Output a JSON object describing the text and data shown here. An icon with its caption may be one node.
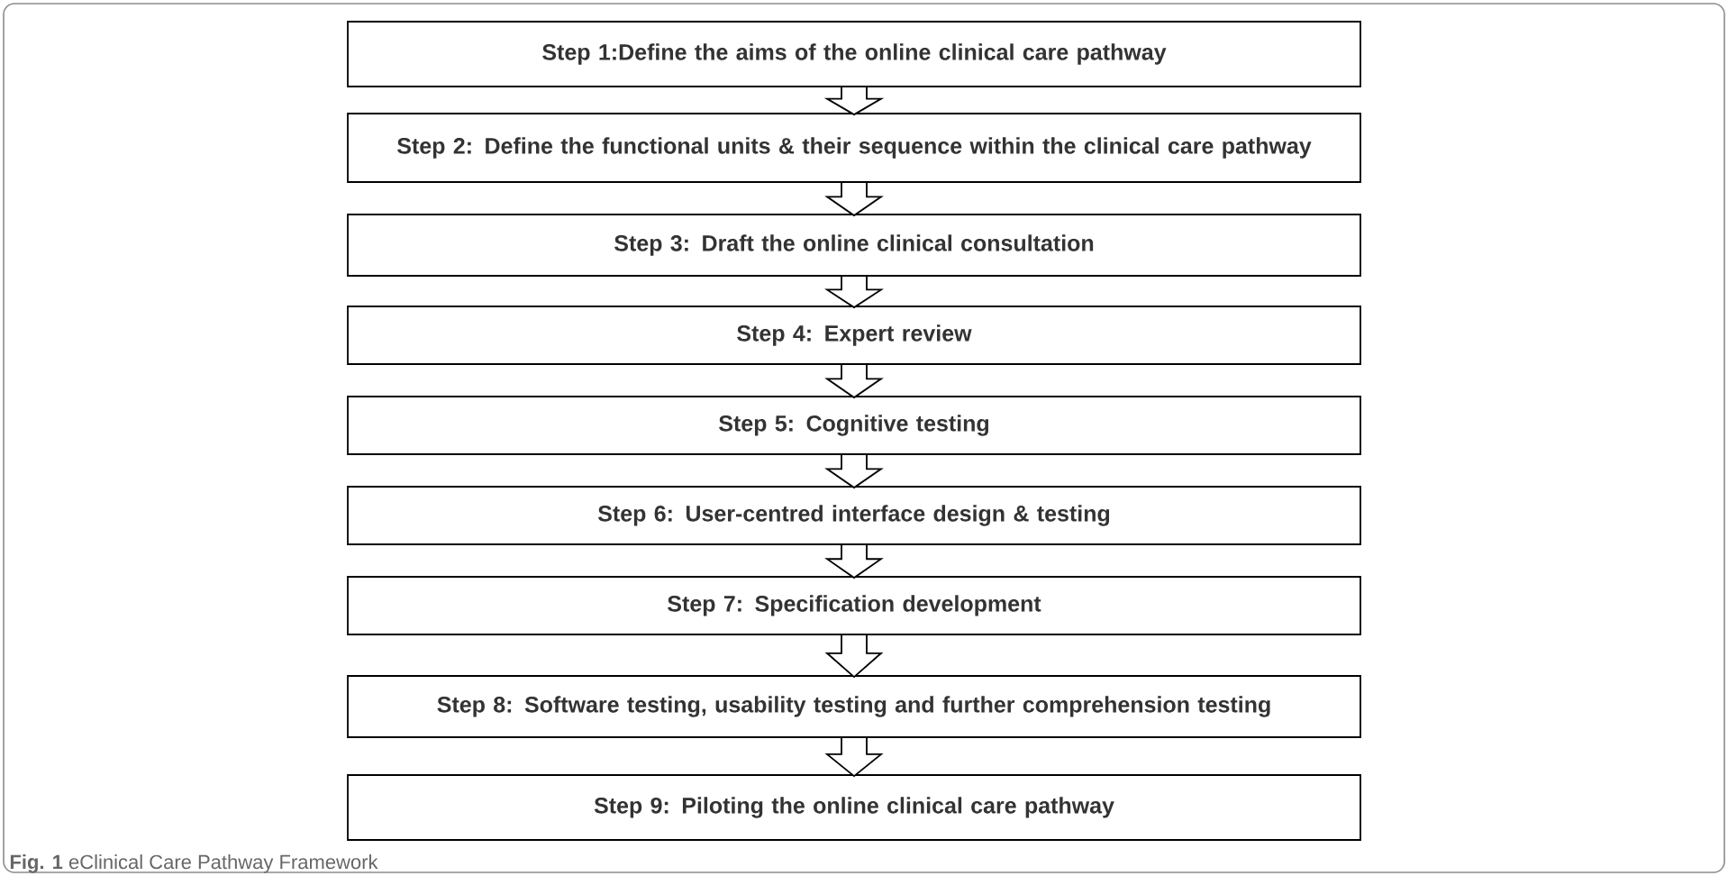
{
  "diagram": {
    "caption": "**Fig. 1** eClinical Care Pathway Framework",
    "nodes": [
      {
        "text": [
          "Step 1:Define the aims of the online clinical care pathway"
        ]
      },
      {
        "text": [
          "Step 2: Define the functional units & their sequence within the clinical care pathway"
        ]
      },
      {
        "text": [
          "Step 3: Draft the online clinical consultation"
        ]
      },
      {
        "text": [
          "Step 4: Expert review"
        ]
      },
      {
        "text": [
          "Step 5: Cognitive testing"
        ]
      },
      {
        "text": [
          "Step 6: User-centred interface design & testing"
        ]
      },
      {
        "text": [
          "Step 7: Specification development"
        ]
      },
      {
        "text": [
          "Step 8: Software testing, usability testing and further comprehension testing"
        ]
      },
      {
        "text": [
          "Step 9: Piloting the online clinical care pathway"
        ]
      }
    ],
    "edges": [
      {
        "from": 0,
        "to": 1,
        "arrow": "to"
      },
      {
        "from": 1,
        "to": 2,
        "arrow": "to"
      },
      {
        "from": 2,
        "to": 3,
        "arrow": "to"
      },
      {
        "from": 3,
        "to": 4,
        "arrow": "to"
      },
      {
        "from": 4,
        "to": 5,
        "arrow": "to"
      },
      {
        "from": 5,
        "to": 6,
        "arrow": "to"
      },
      {
        "from": 6,
        "to": 7,
        "arrow": "to"
      },
      {
        "from": 7,
        "to": 8,
        "arrow": "to"
      }
    ]
  }
}
